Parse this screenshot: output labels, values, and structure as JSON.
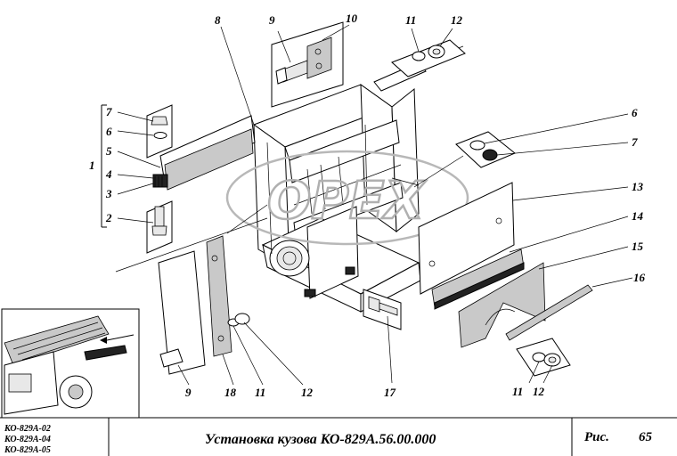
{
  "callouts": {
    "c1": "1",
    "c2": "2",
    "c3": "3",
    "c4": "4",
    "c5": "5",
    "c6_left": "6",
    "c7_left": "7",
    "c6_right": "6",
    "c7_right": "7",
    "c8": "8",
    "c9_top": "9",
    "c10": "10",
    "c11_top": "11",
    "c12_top": "12",
    "c13": "13",
    "c14": "14",
    "c15": "15",
    "c16": "16",
    "c9_bottom": "9",
    "c18": "18",
    "c11_bottom": "11",
    "c12_bottom": "12",
    "c17": "17",
    "c11_right": "11",
    "c12_right": "12"
  },
  "title_block": {
    "models": [
      "КО-829А-02",
      "КО-829А-04",
      "КО-829А-05"
    ],
    "title": "Установка кузова КО-829А.56.00.000",
    "fig_label": "Рис.",
    "fig_number": "65"
  },
  "watermark": "OPEX",
  "colors": {
    "ink": "#000000",
    "paper": "#ffffff",
    "watermark": "#b0b0b0"
  }
}
